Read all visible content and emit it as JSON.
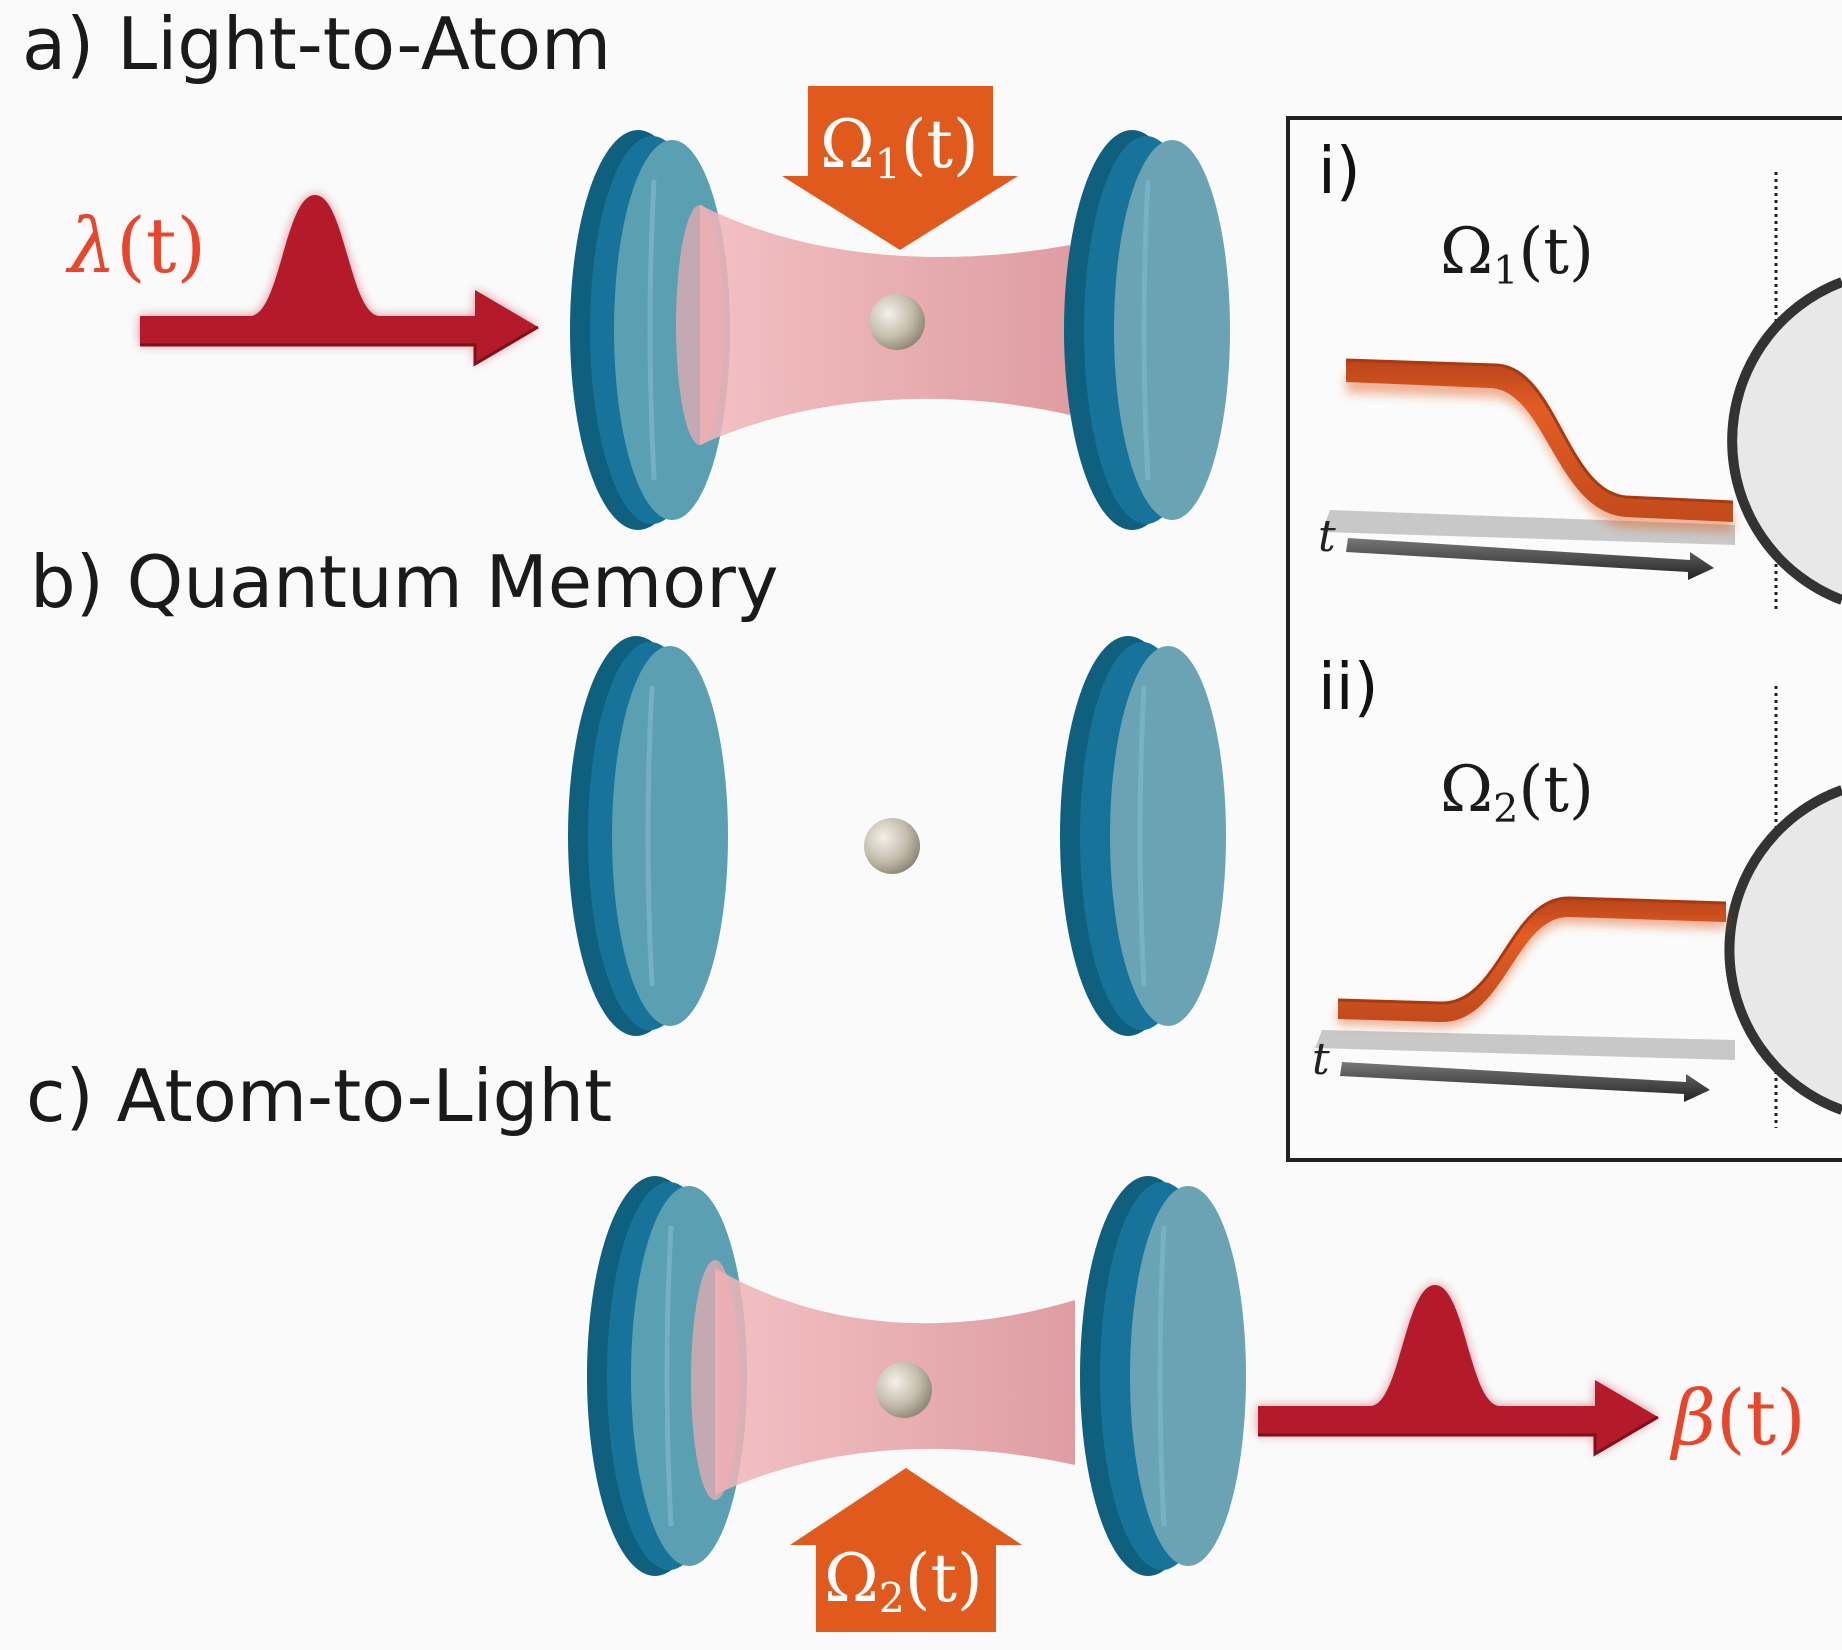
{
  "panels": {
    "a": {
      "label": "a) Light-to-Atom"
    },
    "b": {
      "label": "b) Quantum Memory"
    },
    "c": {
      "label": "c) Atom-to-Light"
    }
  },
  "symbols": {
    "input_pulse": {
      "name": "λ",
      "arg": "(t)"
    },
    "output_pulse": {
      "name": "β",
      "arg": "(t)"
    },
    "omega1": {
      "name": "Ω",
      "sub": "1",
      "arg": "(t)"
    },
    "omega2": {
      "name": "Ω",
      "sub": "2",
      "arg": "(t)"
    }
  },
  "inset": {
    "row_i": {
      "label": "i)",
      "time_axis": "t"
    },
    "row_ii": {
      "label": "ii)",
      "time_axis": "t"
    }
  },
  "colors": {
    "mirror_face": "#5b9fb2",
    "mirror_rim": "#146a8c",
    "pulse": "#b41a2a",
    "control": "#e05a1e",
    "label_red": "#e8452a",
    "mode": "#e9a1a4",
    "atom": "#bdb6a6"
  }
}
